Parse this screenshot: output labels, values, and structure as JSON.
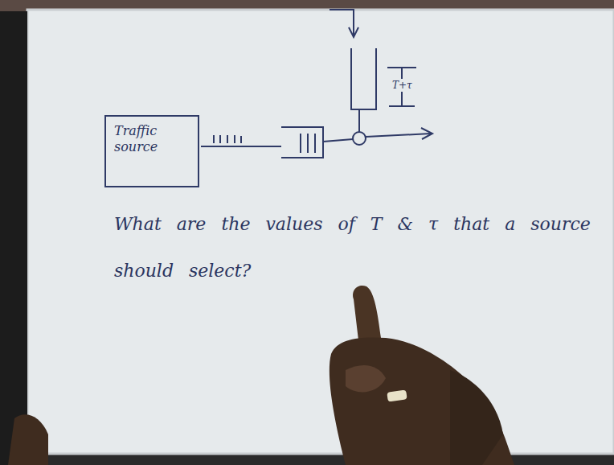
{
  "diagram": {
    "nodes": [
      {
        "text": [
          "Traffic source"
        ]
      }
    ],
    "labels": [
      "T+τ",
      "What are the values of T & τ that a source should select?"
    ]
  }
}
